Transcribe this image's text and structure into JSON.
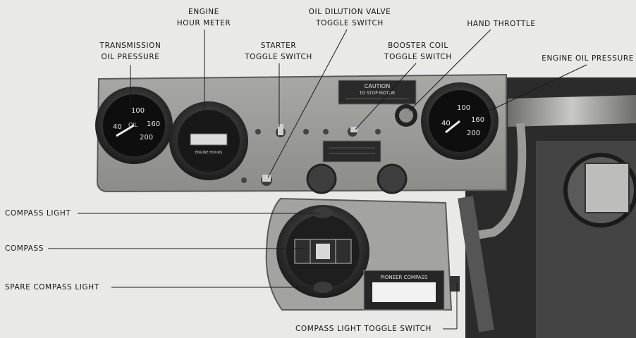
{
  "labels": {
    "transmission_oil_pressure": [
      "TRANSMISSION",
      "OIL PRESSURE"
    ],
    "engine_hour_meter": [
      "ENGINE",
      "HOUR METER"
    ],
    "starter_toggle_switch": [
      "STARTER",
      "TOGGLE SWITCH"
    ],
    "oil_dilution_valve": [
      "OIL DILUTION VALVE",
      "TOGGLE SWITCH"
    ],
    "booster_coil": [
      "BOOSTER COIL",
      "TOGGLE SWITCH"
    ],
    "hand_throttle": "HAND THROTTLE",
    "engine_oil_pressure": "ENGINE OIL PRESSURE",
    "compass_light": "COMPASS LIGHT",
    "compass": "COMPASS",
    "spare_compass_light": "SPARE COMPASS LIGHT",
    "compass_light_toggle_switch": "COMPASS LIGHT TOGGLE SWITCH"
  },
  "plates": {
    "caution": [
      "CAUTION",
      "TO STOP MOTOR"
    ],
    "engine_hours_dial": "ENGINE HOURS",
    "compass_maker": "PIONEER COMPASS",
    "left_gauge_center": "OIL"
  },
  "gauge_scale": [
    "40",
    "100",
    "160",
    "200"
  ]
}
